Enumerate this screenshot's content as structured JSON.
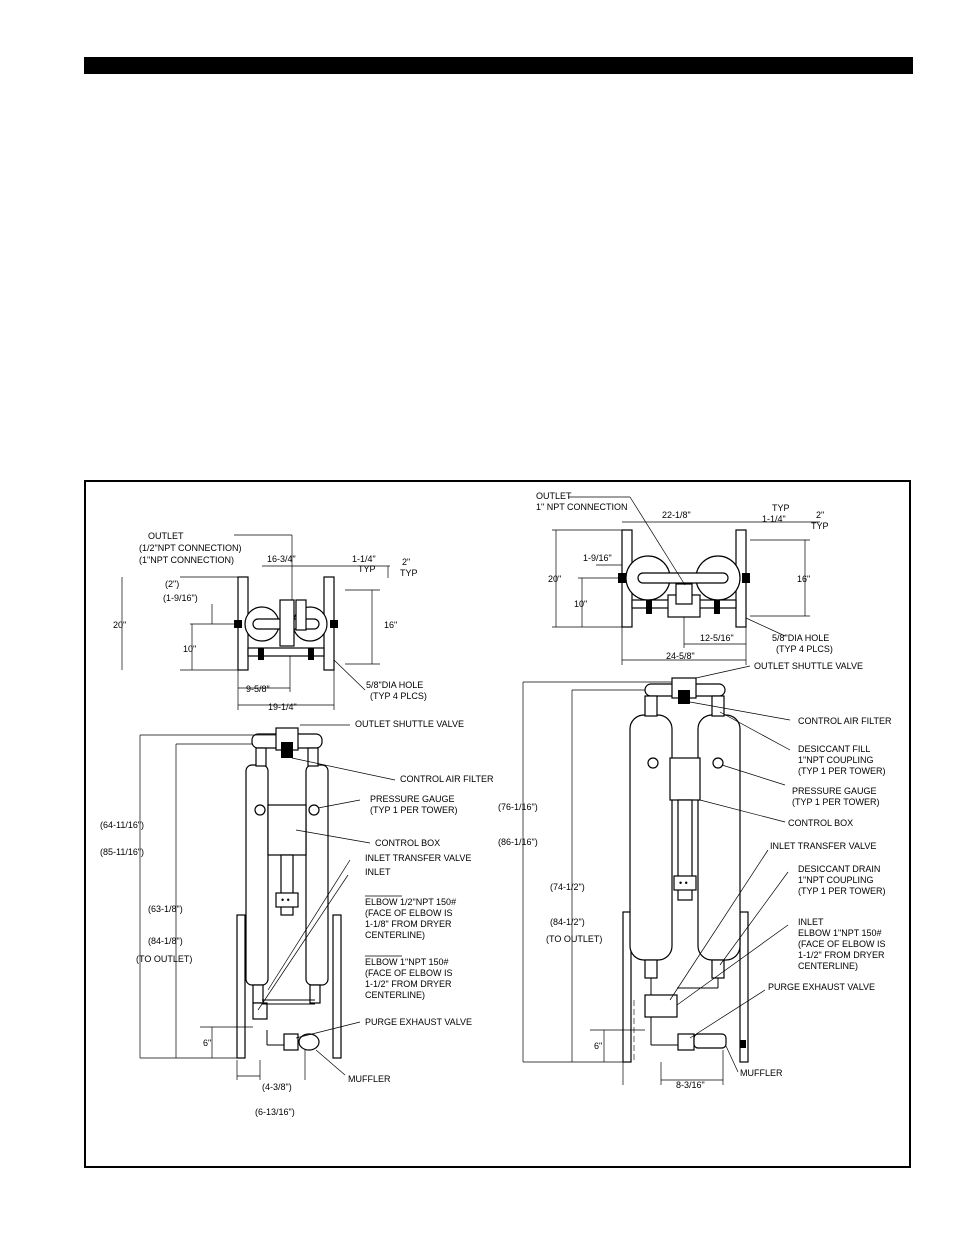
{
  "left": {
    "top_view": {
      "outlet": "OUTLET",
      "outlet_conn_1": "(1/2\"NPT CONNECTION)",
      "outlet_conn_2": "(1\"NPT CONNECTION)",
      "dim_width_top": "16-3/4\"",
      "dim_flange": "1-1/4\"",
      "typ_a": "TYP",
      "dim_2": "2\"",
      "typ_b": "TYP",
      "dim_2_paren": "(2\")",
      "dim_1_9_16_paren": "(1-9/16\")",
      "dim_20": "20\"",
      "dim_16": "16\"",
      "dim_10": "10\"",
      "dim_9_5_8": "9-5/8\"",
      "dim_19_1_4": "19-1/4\"",
      "hole": "5/8\"DIA HOLE",
      "hole_typ": "(TYP 4 PLCS)"
    },
    "front_view": {
      "outlet_shuttle": "OUTLET SHUTTLE VALVE",
      "control_air": "CONTROL AIR FILTER",
      "pressure_gauge": "PRESSURE GAUGE",
      "pressure_gauge_typ": "(TYP 1 PER TOWER)",
      "control_box": "CONTROL BOX",
      "inlet_transfer": "INLET TRANSFER VALVE",
      "inlet": "INLET",
      "elbow1": "ELBOW 1/2\"NPT 150#",
      "elbow1_l2": "(FACE OF ELBOW IS",
      "elbow1_l3": "1-1/8\" FROM DRYER",
      "elbow1_l4": "CENTERLINE)",
      "elbow2": "ELBOW 1\"NPT 150#",
      "elbow2_l2": "(FACE OF ELBOW IS",
      "elbow2_l3": "1-1/2\" FROM DRYER",
      "elbow2_l4": "CENTERLINE)",
      "purge": "PURGE EXHAUST VALVE",
      "muffler": "MUFFLER",
      "dim_64": "(64-11/16\")",
      "dim_85": "(85-11/16\")",
      "dim_63": "(63-1/8\")",
      "dim_84": "(84-1/8\")",
      "to_outlet": "(TO OUTLET)",
      "dim_6": "6\"",
      "dim_4_3_8": "(4-3/8\")",
      "dim_6_13_16": "(6-13/16\")"
    }
  },
  "right": {
    "top_view": {
      "outlet": "OUTLET",
      "outlet_conn": "1\" NPT CONNECTION",
      "dim_22": "22-1/8\"",
      "typ_a": "TYP",
      "dim_flange": "1-1/4\"",
      "dim_2": "2\"",
      "typ_b": "TYP",
      "dim_1_9_16": "1-9/16\"",
      "dim_20": "20\"",
      "dim_16": "16\"",
      "dim_10": "10\"",
      "dim_12": "12-5/16\"",
      "dim_24": "24-5/8\"",
      "hole": "5/8\"DIA HOLE",
      "hole_typ": "(TYP 4 PLCS)"
    },
    "front_view": {
      "outlet_shuttle": "OUTLET SHUTTLE VALVE",
      "control_air": "CONTROL AIR FILTER",
      "desiccant_fill": "DESICCANT FILL",
      "desiccant_fill_l2": "1\"NPT COUPLING",
      "desiccant_fill_l3": "(TYP 1 PER TOWER)",
      "pressure_gauge": "PRESSURE GAUGE",
      "pressure_gauge_typ": "(TYP 1 PER TOWER)",
      "control_box": "CONTROL BOX",
      "inlet_transfer": "INLET TRANSFER VALVE",
      "desiccant_drain": "DESICCANT DRAIN",
      "desiccant_drain_l2": "1\"NPT COUPLING",
      "desiccant_drain_l3": "(TYP 1 PER TOWER)",
      "inlet": "INLET",
      "inlet_l2": "ELBOW 1\"NPT 150#",
      "inlet_l3": "(FACE OF ELBOW IS",
      "inlet_l4": "1-1/2\" FROM DRYER",
      "inlet_l5": "CENTERLINE)",
      "purge": "PURGE EXHAUST VALVE",
      "muffler": "MUFFLER",
      "dim_76": "(76-1/16\")",
      "dim_86": "(86-1/16\")",
      "dim_74": "(74-1/2\")",
      "dim_84": "(84-1/2\")",
      "to_outlet": "(TO OUTLET)",
      "dim_6": "6\"",
      "dim_8": "8-3/16\""
    }
  }
}
